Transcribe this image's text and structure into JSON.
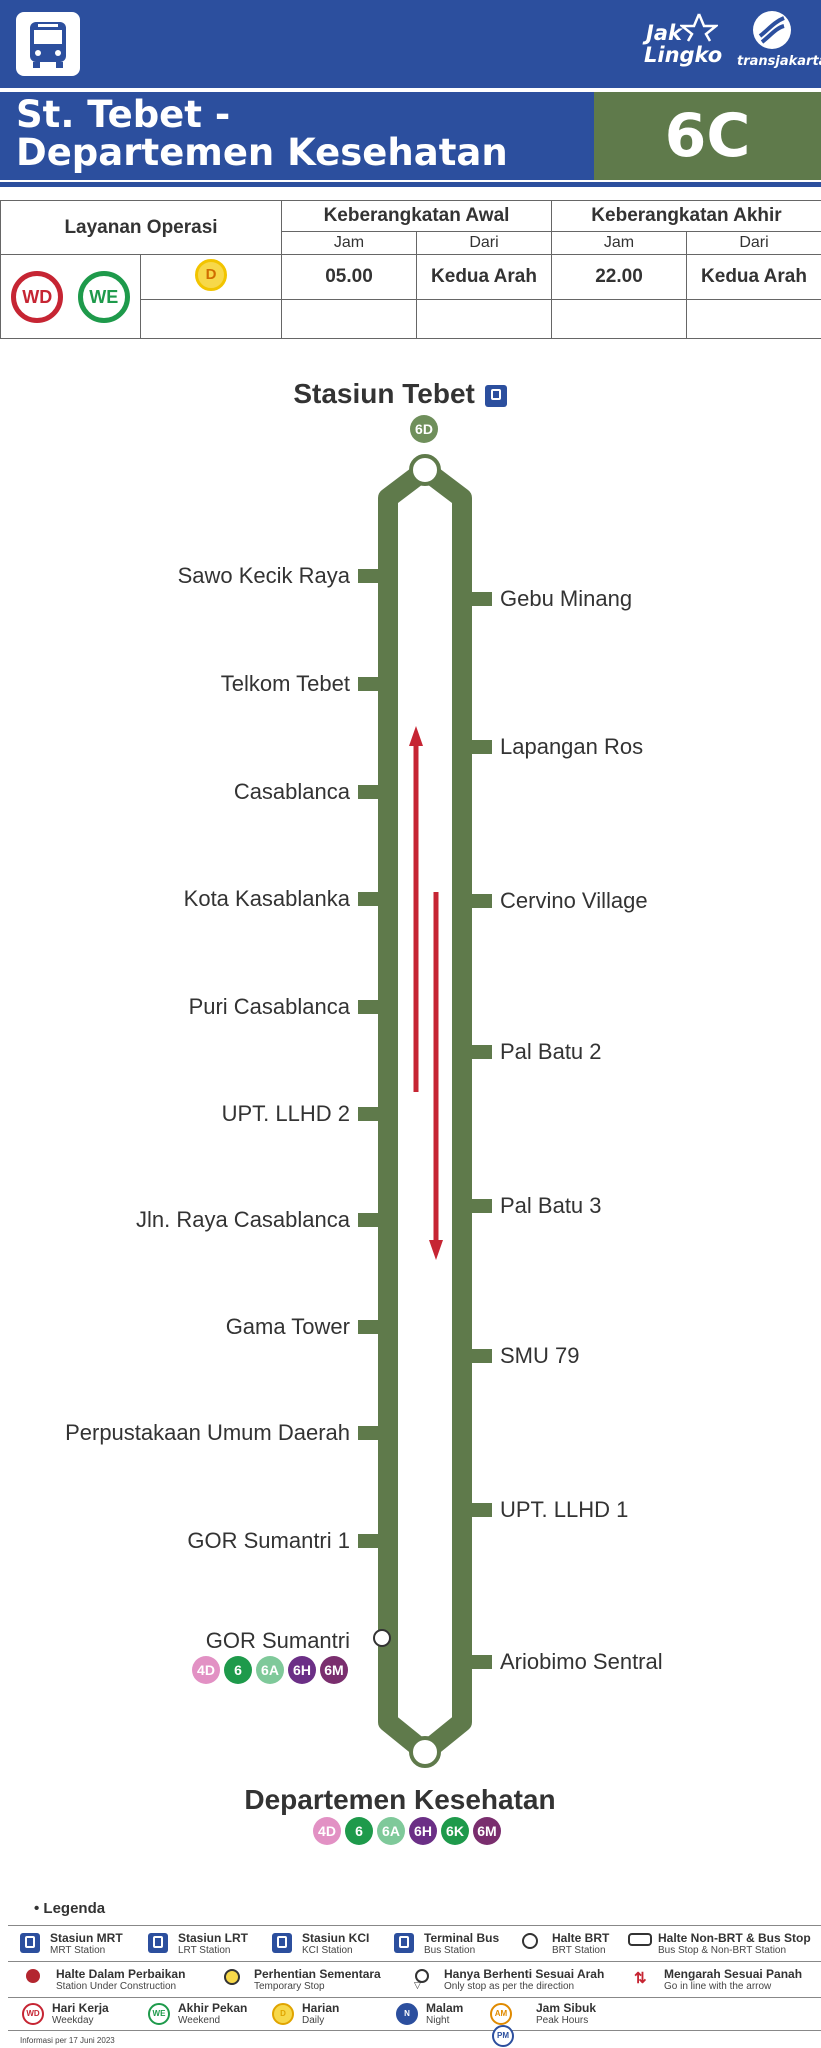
{
  "header": {
    "logo_line1": "Jak",
    "logo_line2": "Lingko",
    "tj_label": "transjakarta"
  },
  "route": {
    "name": "St. Tebet -\nDepartemen Kesehatan",
    "code": "6C"
  },
  "schedule": {
    "layanan_label": "Layanan Operasi",
    "awal_label": "Keberangkatan Awal",
    "akhir_label": "Keberangkatan Akhir",
    "jam_label": "Jam",
    "dari_label": "Dari",
    "badges": [
      "WD",
      "WE"
    ],
    "daily_badge": "D",
    "awal_jam": "05.00",
    "awal_dari": "Kedua Arah",
    "akhir_jam": "22.00",
    "akhir_dari": "Kedua Arah"
  },
  "diagram": {
    "start_name": "Stasiun Tebet",
    "start_transfers": [
      {
        "code": "6D",
        "color": "#6f8f5b"
      }
    ],
    "end_name": "Departemen Kesehatan",
    "end_transfers": [
      {
        "code": "4D",
        "color": "#e291c4"
      },
      {
        "code": "6",
        "color": "#1e9a4b"
      },
      {
        "code": "6A",
        "color": "#7fc99a"
      },
      {
        "code": "6H",
        "color": "#6b2f86"
      },
      {
        "code": "6K",
        "color": "#1e9a4b"
      },
      {
        "code": "6M",
        "color": "#7a2e6e"
      }
    ],
    "left_stops": [
      "Sawo Kecik Raya",
      "Telkom Tebet",
      "Casablanca",
      "Kota Kasablanka",
      "Puri Casablanca",
      "UPT. LLHD 2",
      "Jln. Raya Casablanca",
      "Gama Tower",
      "Perpustakaan Umum Daerah",
      "GOR Sumantri 1",
      "GOR Sumantri"
    ],
    "gor_transfers": [
      {
        "code": "4D",
        "color": "#e291c4"
      },
      {
        "code": "6",
        "color": "#1e9a4b"
      },
      {
        "code": "6A",
        "color": "#7fc99a"
      },
      {
        "code": "6H",
        "color": "#6b2f86"
      },
      {
        "code": "6M",
        "color": "#7a2e6e"
      }
    ],
    "right_stops": [
      "Gebu Minang",
      "Lapangan Ros",
      "Cervino Village",
      "Pal Batu 2",
      "Pal Batu 3",
      "SMU 79",
      "UPT. LLHD 1",
      "Ariobimo Sentral"
    ],
    "line_color": "#5f7a4b",
    "arrow_color": "#c62533"
  },
  "legend": {
    "title": "Legenda",
    "items": [
      {
        "name": "Stasiun MRT",
        "sub": "MRT Station",
        "icon": "mrt-icon"
      },
      {
        "name": "Stasiun LRT",
        "sub": "LRT Station",
        "icon": "lrt-icon"
      },
      {
        "name": "Stasiun KCI",
        "sub": "KCI Station",
        "icon": "kci-icon"
      },
      {
        "name": "Terminal Bus",
        "sub": "Bus Station",
        "icon": "terminal-icon"
      },
      {
        "name": "Halte BRT",
        "sub": "BRT Station",
        "icon": "brt-halte-icon"
      },
      {
        "name": "Halte Non-BRT & Bus Stop",
        "sub": "Bus Stop & Non-BRT Station",
        "icon": "bus-stop-icon"
      },
      {
        "name": "Halte Dalam Perbaikan",
        "sub": "Station Under Construction",
        "icon": "construction-icon"
      },
      {
        "name": "Perhentian Sementara",
        "sub": "Temporary Stop",
        "icon": "temporary-stop-icon"
      },
      {
        "name": "Hanya Berhenti Sesuai Arah",
        "sub": "Only stop as per the direction",
        "icon": "direction-stop-icon"
      },
      {
        "name": "Mengarah Sesuai Panah",
        "sub": "Go in line with the arrow",
        "icon": "arrow-direction-icon"
      },
      {
        "name": "Hari Kerja",
        "sub": "Weekday",
        "icon": "wd-icon",
        "badge": "WD"
      },
      {
        "name": "Akhir Pekan",
        "sub": "Weekend",
        "icon": "we-icon",
        "badge": "WE"
      },
      {
        "name": "Harian",
        "sub": "Daily",
        "icon": "daily-icon",
        "badge": "D"
      },
      {
        "name": "Malam",
        "sub": "Night",
        "icon": "night-icon",
        "badge": "N"
      },
      {
        "name": "Jam Sibuk",
        "sub": "Peak Hours",
        "icon": "peak-icon",
        "badge": "AM",
        "badge2": "PM"
      }
    ]
  },
  "footer": "Informasi per 17 Juni 2023"
}
